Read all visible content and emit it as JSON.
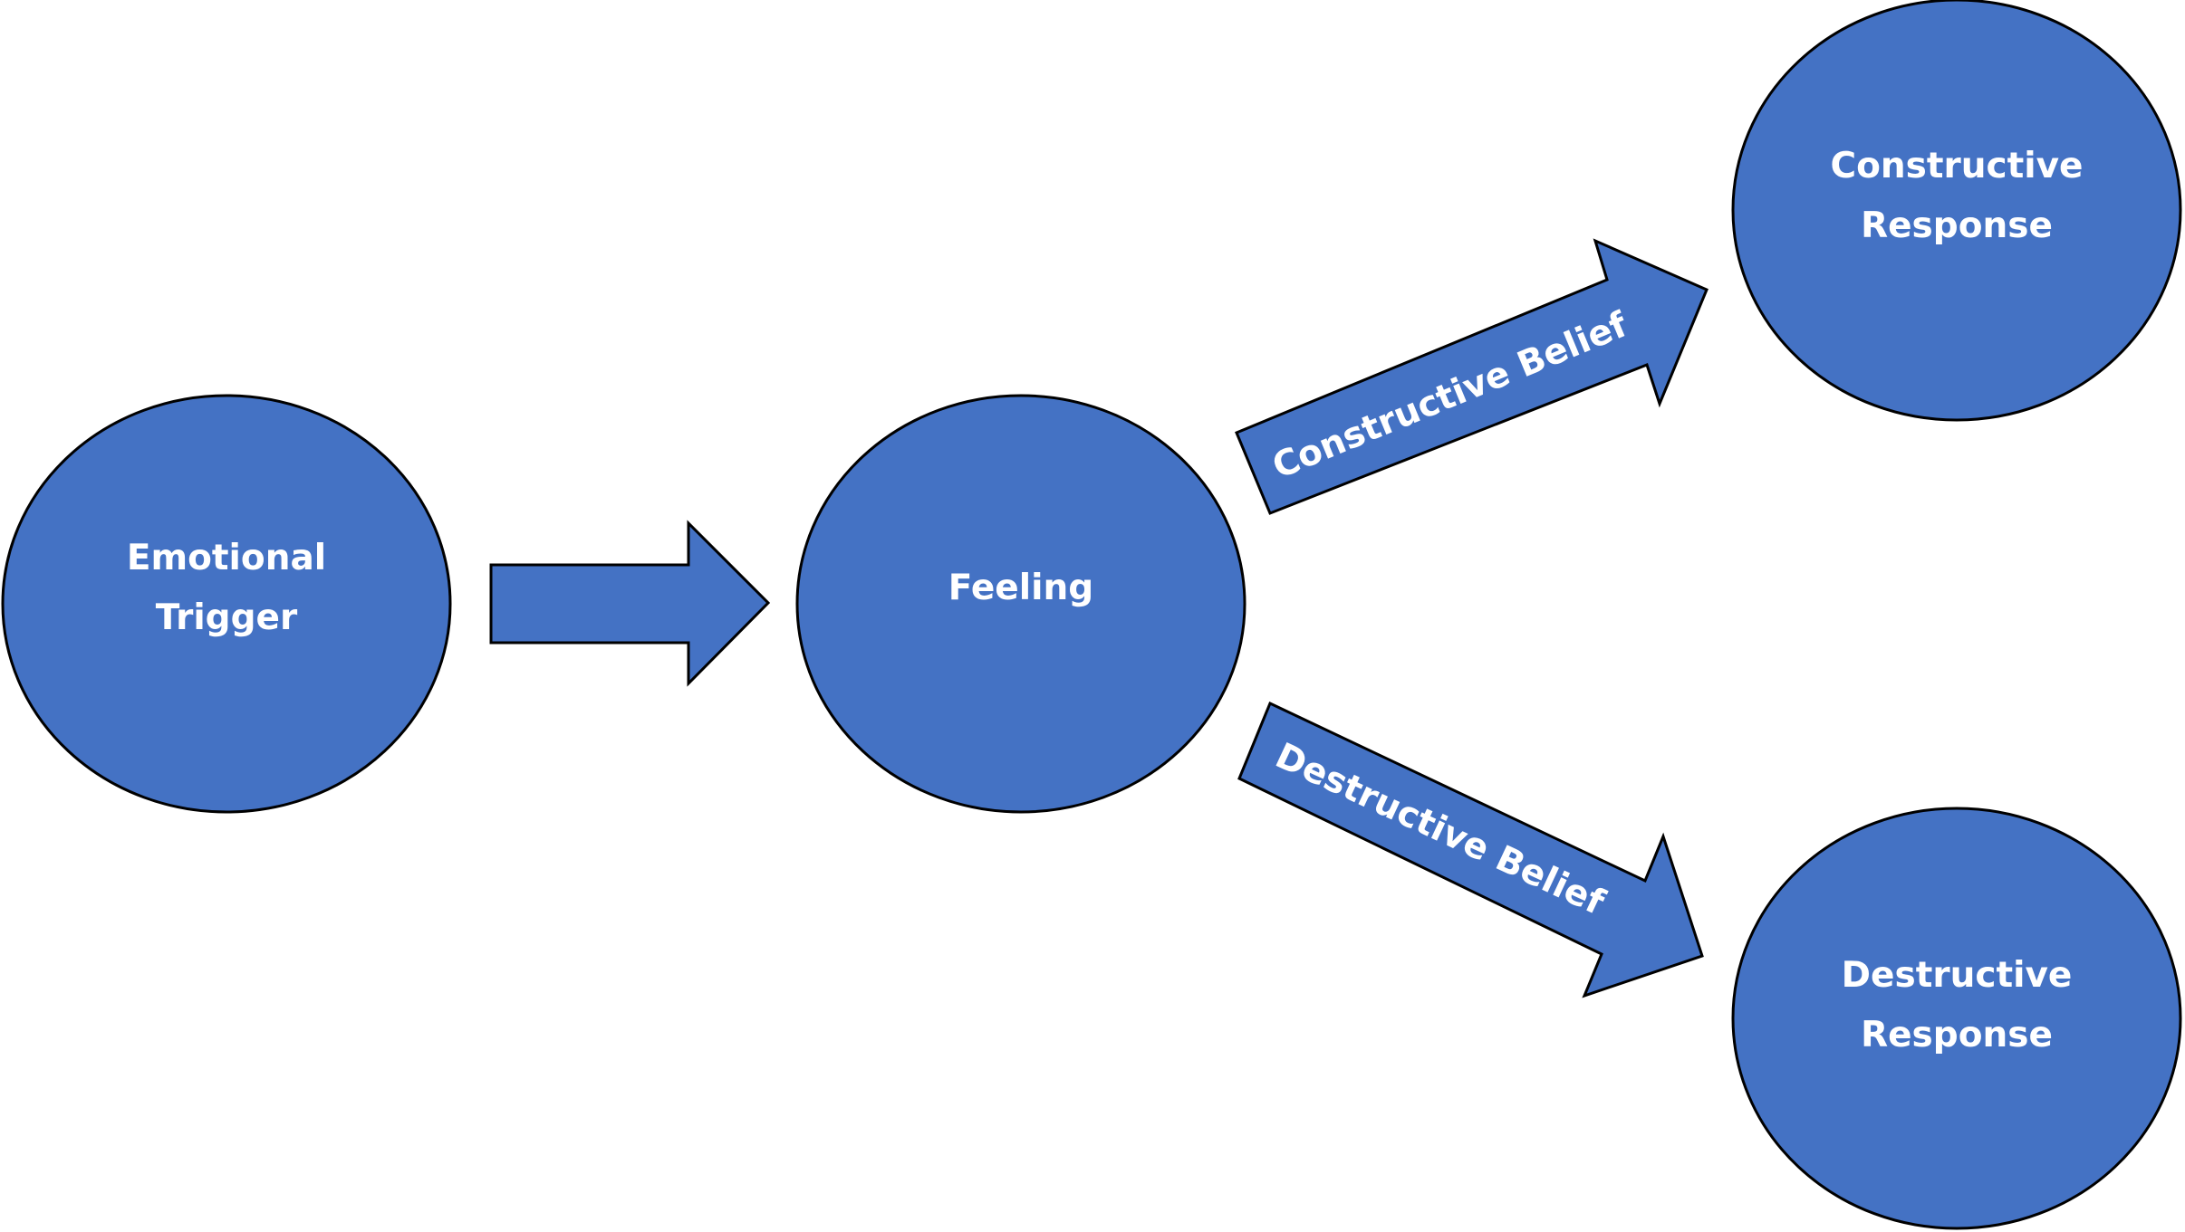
{
  "colors": {
    "node_fill": "#4472C4",
    "outline": "#000000",
    "text": "#FFFFFF"
  },
  "nodes": {
    "emotional_trigger": {
      "line1": "Emotional",
      "line2": "Trigger"
    },
    "feeling": {
      "line1": "Feeling"
    },
    "constructive_response": {
      "line1": "Constructive",
      "line2": "Response"
    },
    "destructive_response": {
      "line1": "Destructive",
      "line2": "Response"
    }
  },
  "arrows": {
    "trigger_to_feeling": {
      "label": ""
    },
    "constructive_belief": {
      "label": "Constructive Belief"
    },
    "destructive_belief": {
      "label": "Destructive Belief"
    }
  }
}
